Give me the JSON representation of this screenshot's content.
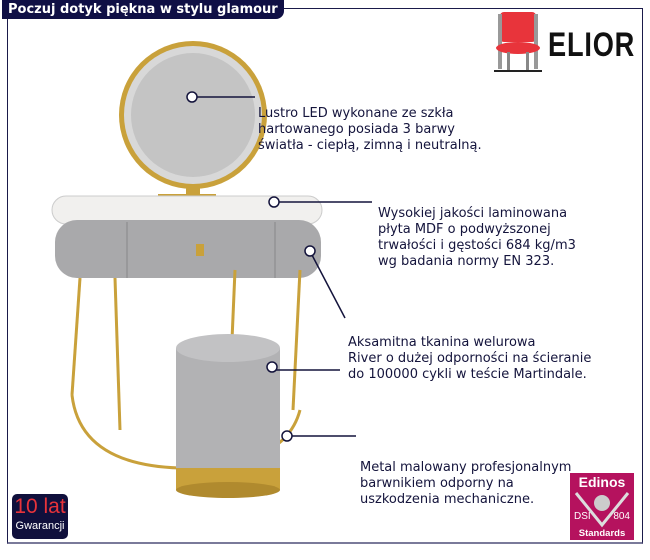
{
  "header": {
    "title": "Poczuj dotyk piękna w stylu glamour"
  },
  "brand": {
    "name": "ELIOR"
  },
  "features": [
    {
      "lines": [
        "Lustro LED wykonane ze szkła",
        "hartowanego posiada 3 barwy",
        "światła - ciepłą, zimną i neutralną."
      ]
    },
    {
      "lines": [
        "Wysokiej jakości laminowana",
        "płyta MDF o podwyższonej",
        "trwałości i gęstości 684 kg/m3",
        "wg badania normy EN 323."
      ]
    },
    {
      "lines": [
        "Aksamitna tkanina welurowa",
        "River o dużej odporności na ścieranie",
        "do 100000 cykli w teście Martindale."
      ]
    },
    {
      "lines": [
        "Metal malowany profesjonalnym",
        "barwnikiem odporny na",
        "uszkodzenia mechaniczne."
      ]
    }
  ],
  "warranty": {
    "years": "10 lat",
    "label": "Gwarancji"
  },
  "certificate": {
    "name": "Edinos",
    "left": "DSI",
    "right": "804",
    "label": "Standards"
  },
  "colors": {
    "navy": "#0f0f45",
    "gold": "#c9a13b",
    "grey": "#a9a9ab",
    "magenta": "#b5125e"
  }
}
